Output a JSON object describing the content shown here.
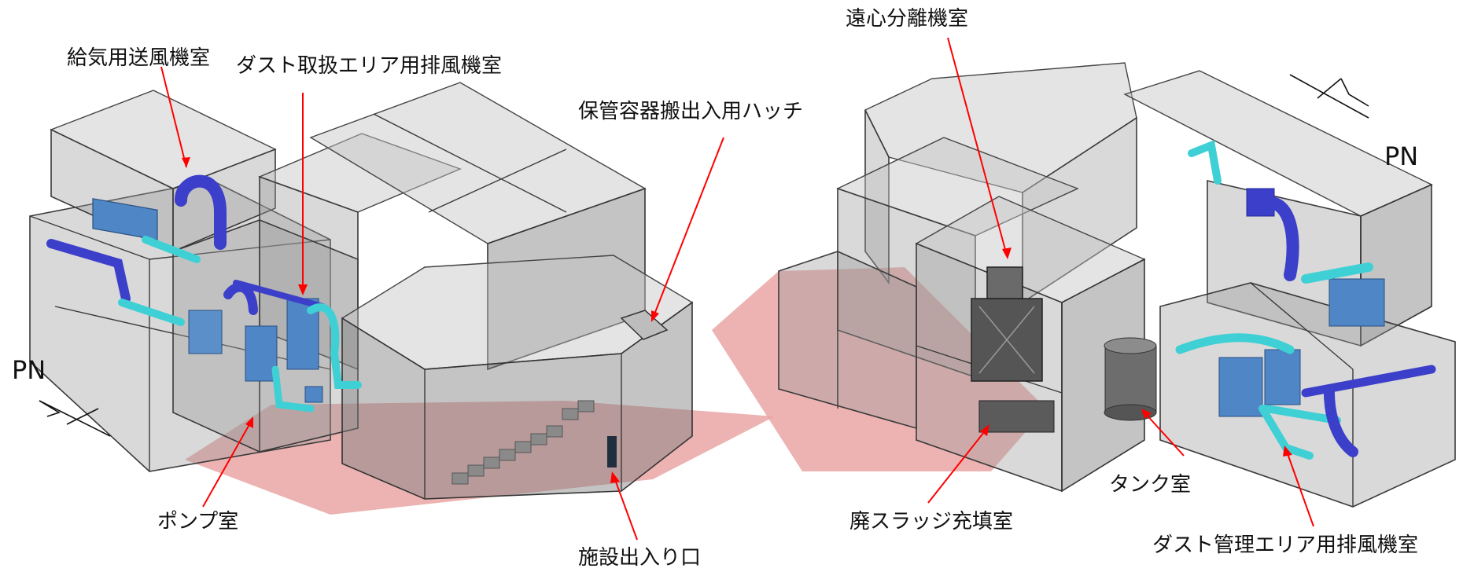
{
  "colors": {
    "floor_pad": "#e9a6a4",
    "leader": "#ff0000",
    "equipment_blue": "#4f86c6",
    "duct_cyan": "#3fd0d6",
    "duct_navy": "#3b3fc9",
    "wall_gray": "#9a9a9a"
  },
  "left_view": {
    "orientation_label": "PN",
    "labels": {
      "supply_fan_room": "給気用送風機室",
      "dust_area_exhaust_room": "ダスト取扱エリア用排風機室",
      "hatch": "保管容器搬出入用ハッチ",
      "pump_room": "ポンプ室",
      "entrance": "施設出入り口"
    }
  },
  "right_view": {
    "orientation_label": "PN",
    "labels": {
      "centrifuge_room": "遠心分離機室",
      "tank_room": "タンク室",
      "sludge_room": "廃スラッジ充填室",
      "dust_mgmt_exhaust_room": "ダスト管理エリア用排風機室"
    }
  }
}
